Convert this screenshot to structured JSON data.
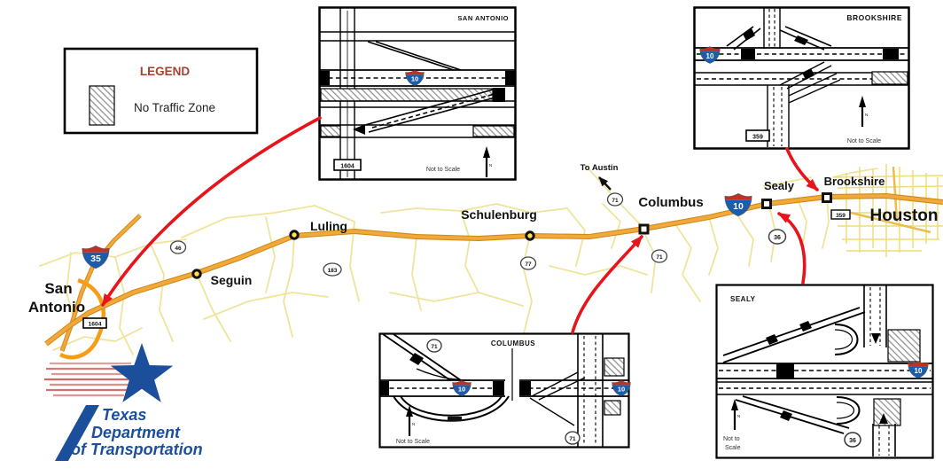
{
  "colors": {
    "highway": "#F2A93B",
    "highway_casing": "#D08A18",
    "secondary_road": "#EFE49B",
    "arrow": "#E8141C",
    "legend_title": "#A6402F",
    "logo_blue": "#1B4F9C",
    "shield_blue": "#1A5DAD",
    "shield_red": "#BF3126"
  },
  "legend": {
    "title": "LEGEND",
    "item": "No Traffic Zone"
  },
  "main_map": {
    "to_austin": "To Austin",
    "cities": {
      "san": "San",
      "antonio": "Antonio",
      "seguin": "Seguin",
      "luling": "Luling",
      "schulenburg": "Schulenburg",
      "columbus": "Columbus",
      "sealy": "Sealy",
      "brookshire": "Brookshire",
      "houston": "Houston"
    },
    "shields": {
      "i35": "35",
      "i10": "10"
    },
    "routes": {
      "r46": "46",
      "r183": "183",
      "r77": "77",
      "r71_north": "71",
      "r71_south": "71",
      "r36": "36",
      "fm359": "359",
      "fm1604": "1604"
    }
  },
  "insets": {
    "san_antonio": {
      "title": "SAN ANTONIO",
      "i10": "10",
      "fm1604": "1604",
      "note": "Not to Scale",
      "north": "N"
    },
    "brookshire": {
      "title": "BROOKSHIRE",
      "i10": "10",
      "fm359": "359",
      "note": "Not to Scale",
      "north": "N"
    },
    "columbus": {
      "title": "COLUMBUS",
      "i10_left": "10",
      "i10_right": "10",
      "r71_top": "71",
      "r71_bottom": "71",
      "note": "Not to Scale",
      "north": "N"
    },
    "sealy": {
      "title": "SEALY",
      "i10": "10",
      "r36": "36",
      "note_line1": "Not to",
      "note_line2": "Scale",
      "north": "N"
    }
  },
  "logo": {
    "line1": "Texas",
    "line2": "Department",
    "line3": "of Transportation"
  }
}
